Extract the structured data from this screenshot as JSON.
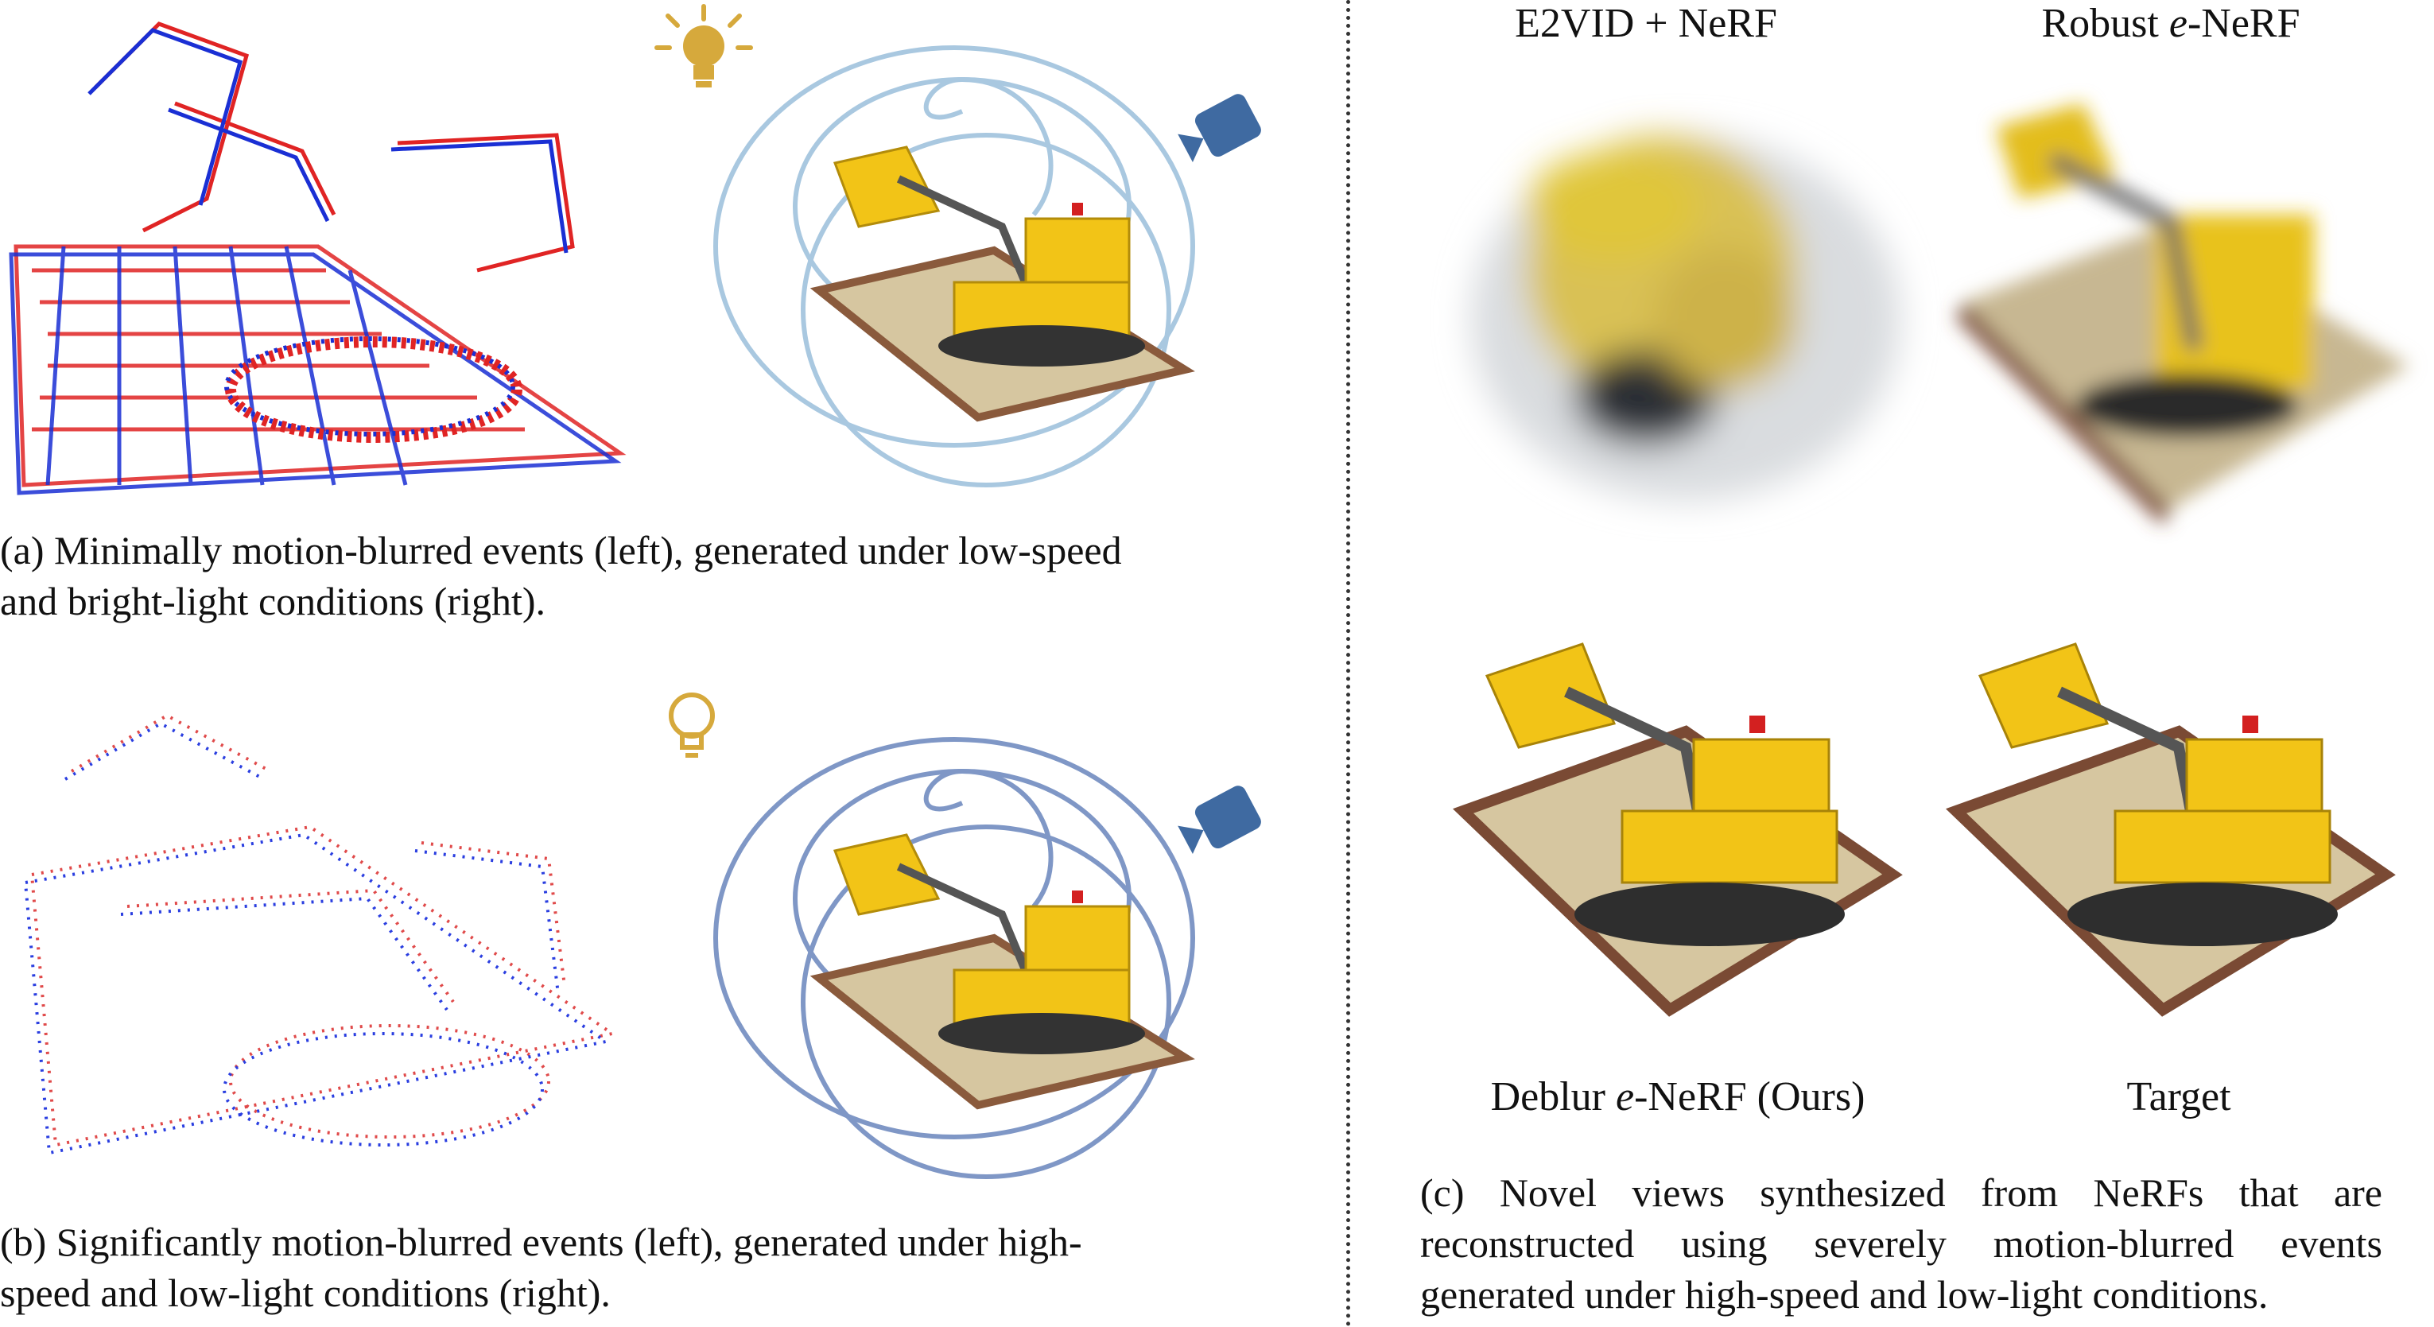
{
  "panel_a": {
    "caption_line1": "(a) Minimally motion-blurred events (left),  generated under low-speed",
    "caption_line2": "and bright-light conditions (right).",
    "light": {
      "state": "bright",
      "icon": "lightbulb-bright-icon",
      "color": "#d6a93c"
    },
    "trajectory_color": "#a9c8e0",
    "camera_color": "#3f6aa1",
    "event_colors": {
      "positive": "#e02424",
      "negative": "#1a2fd4"
    }
  },
  "panel_b": {
    "caption_line1": "(b) Significantly motion-blurred events (left),  generated under high-",
    "caption_line2": "speed and low-light conditions (right).",
    "light": {
      "state": "dim",
      "icon": "lightbulb-dim-icon",
      "color": "#d6a93c"
    },
    "trajectory_color": "#7f97c6",
    "camera_color": "#3f6aa1",
    "event_colors": {
      "positive": "#e04a4a",
      "negative": "#2a3ee0"
    }
  },
  "panel_c": {
    "titles": {
      "e2vid": "E2VID + NeRF",
      "robust_prefix": "Robust ",
      "robust_italic": "e",
      "robust_suffix": "-NeRF",
      "deblur_prefix": "Deblur ",
      "deblur_italic": "e",
      "deblur_suffix": "-NeRF (Ours)",
      "target": "Target"
    },
    "caption_line1": "(c) Novel views synthesized from NeRFs that are",
    "caption_line2": "reconstructed using severely motion-blurred events",
    "caption_line3": "generated under high-speed and low-light conditions."
  },
  "colors": {
    "lego_yellow": "#f2c417",
    "lego_dark": "#333333",
    "baseplate": "#d6c6a0",
    "baseplate_edge": "#8a5a3c"
  }
}
